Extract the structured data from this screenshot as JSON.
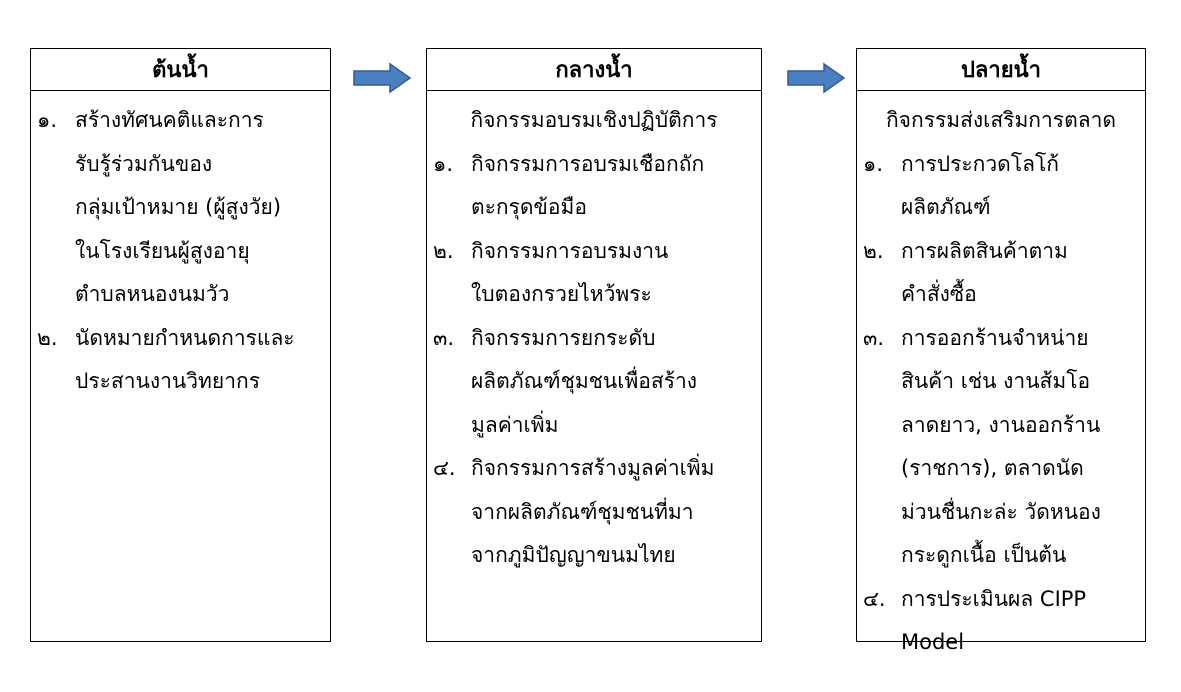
{
  "colors": {
    "arrow_fill": "#4a7fc1",
    "arrow_stroke": "#2f5f96",
    "border": "#000000"
  },
  "stages": [
    {
      "title": "ต้นน้ำ",
      "intro": "",
      "items": [
        {
          "num": "๑.",
          "lines": [
            "สร้างทัศนคติและการ",
            "รับรู้ร่วมกันของ",
            "กลุ่มเป้าหมาย (ผู้สูงวัย)",
            "ในโรงเรียนผู้สูงอายุ",
            "ตำบลหนองนมวัว"
          ]
        },
        {
          "num": "๒.",
          "lines": [
            "นัดหมายกำหนดการและ",
            "ประสานงานวิทยากร"
          ]
        }
      ]
    },
    {
      "title": "กลางน้ำ",
      "intro": "กิจกรรมอบรมเชิงปฏิบัติการ",
      "items": [
        {
          "num": "๑.",
          "lines": [
            "กิจกรรมการอบรมเชือกถัก",
            "ตะกรุดข้อมือ"
          ]
        },
        {
          "num": "๒.",
          "lines": [
            "กิจกรรมการอบรมงาน",
            "ใบตองกรวยไหว้พระ"
          ]
        },
        {
          "num": "๓.",
          "lines": [
            "กิจกรรมการยกระดับ",
            "ผลิตภัณฑ์ชุมชนเพื่อสร้าง",
            "มูลค่าเพิ่ม"
          ]
        },
        {
          "num": "๔.",
          "lines": [
            "กิจกรรมการสร้างมูลค่าเพิ่ม",
            "จากผลิตภัณฑ์ชุมชนที่มา",
            "จากภูมิปัญญาขนมไทย"
          ]
        }
      ]
    },
    {
      "title": "ปลายน้ำ",
      "intro": "กิจกรรมส่งเสริมการตลาด",
      "items": [
        {
          "num": "๑.",
          "lines": [
            "การประกวดโลโก้",
            "ผลิตภัณฑ์"
          ]
        },
        {
          "num": "๒.",
          "lines": [
            "การผลิตสินค้าตาม",
            "คำสั่งซื้อ"
          ]
        },
        {
          "num": "๓.",
          "lines": [
            "การออกร้านจำหน่าย",
            "สินค้า เช่น งานส้มโอ",
            "ลาดยาว, งานออกร้าน",
            "(ราชการ), ตลาดนัด",
            "ม่วนชื่นกะล่ะ วัดหนอง",
            "กระดูกเนื้อ เป็นต้น"
          ]
        },
        {
          "num": "๔.",
          "lines": [
            "การประเมินผล CIPP",
            "Model"
          ]
        }
      ]
    }
  ],
  "arrows": [
    {
      "icon": "right-arrow-icon"
    },
    {
      "icon": "right-arrow-icon"
    }
  ]
}
